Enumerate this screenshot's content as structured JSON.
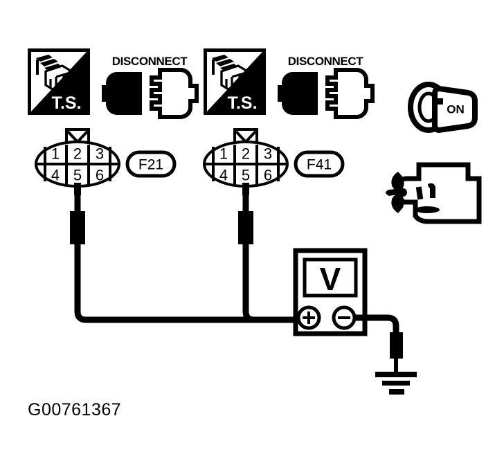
{
  "figure": {
    "caption": "G00761367",
    "background_color": "#ffffff",
    "ink_color": "#000000"
  },
  "instruction_icons": [
    {
      "id": "ts-left",
      "name": "test-switch-box",
      "label": "T.S.",
      "description": "connector-in-hand-icon"
    },
    {
      "id": "disconnect-left",
      "name": "disconnect-plug",
      "label": "DISCONNECT"
    },
    {
      "id": "ts-right",
      "name": "test-switch-box",
      "label": "T.S.",
      "description": "connector-in-hand-icon"
    },
    {
      "id": "disconnect-right",
      "name": "disconnect-plug",
      "label": "DISCONNECT"
    }
  ],
  "connectors": [
    {
      "id": "f21",
      "label": "F21",
      "pins": [
        "1",
        "2",
        "3",
        "4",
        "5",
        "6"
      ],
      "probed_pin": "5",
      "keyed_pin": "2"
    },
    {
      "id": "f41",
      "label": "F41",
      "pins": [
        "1",
        "2",
        "3",
        "4",
        "5",
        "6"
      ],
      "probed_pin": "5",
      "keyed_pin": "2"
    }
  ],
  "meter": {
    "name": "voltmeter",
    "display": "V",
    "terminals": [
      {
        "id": "positive",
        "symbol": "+"
      },
      {
        "id": "negative",
        "symbol": "−"
      }
    ]
  },
  "conditions": [
    {
      "id": "ignition",
      "name": "ignition-key-icon",
      "state_label": "ON"
    },
    {
      "id": "engine",
      "name": "engine-running-icon",
      "state_label": ""
    }
  ],
  "ground": {
    "name": "chassis-ground-symbol",
    "bars": 3
  }
}
